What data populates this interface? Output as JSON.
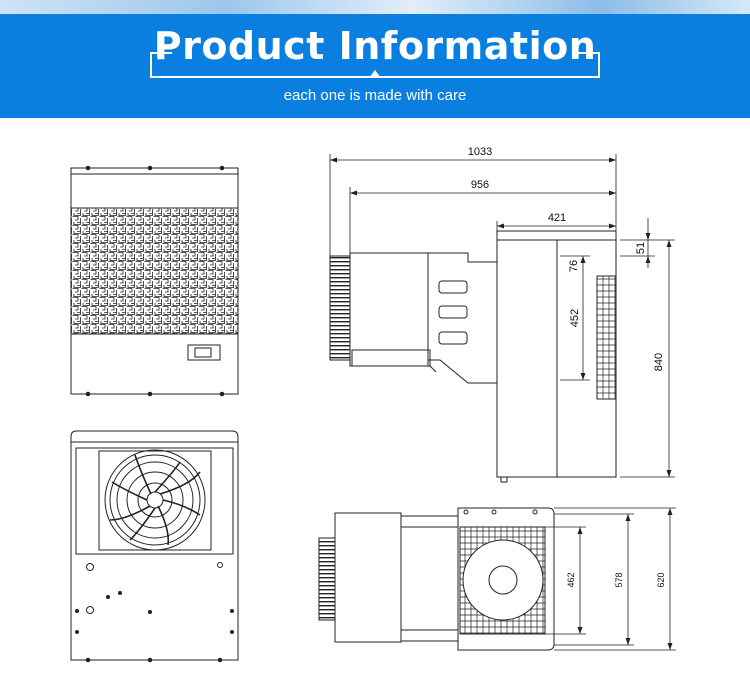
{
  "header": {
    "title": "Product Information",
    "subtitle": "each one is made with care"
  },
  "dimensions": {
    "overall_width": "1033",
    "body_width": "956",
    "top_width": "421",
    "top_offset": "51",
    "step_offset": "76",
    "inner_height": "452",
    "total_height": "840",
    "fan_depth": "462",
    "mid_depth": "578",
    "total_depth": "620"
  },
  "colors": {
    "banner": "#0a7fe0",
    "line": "#222222"
  }
}
